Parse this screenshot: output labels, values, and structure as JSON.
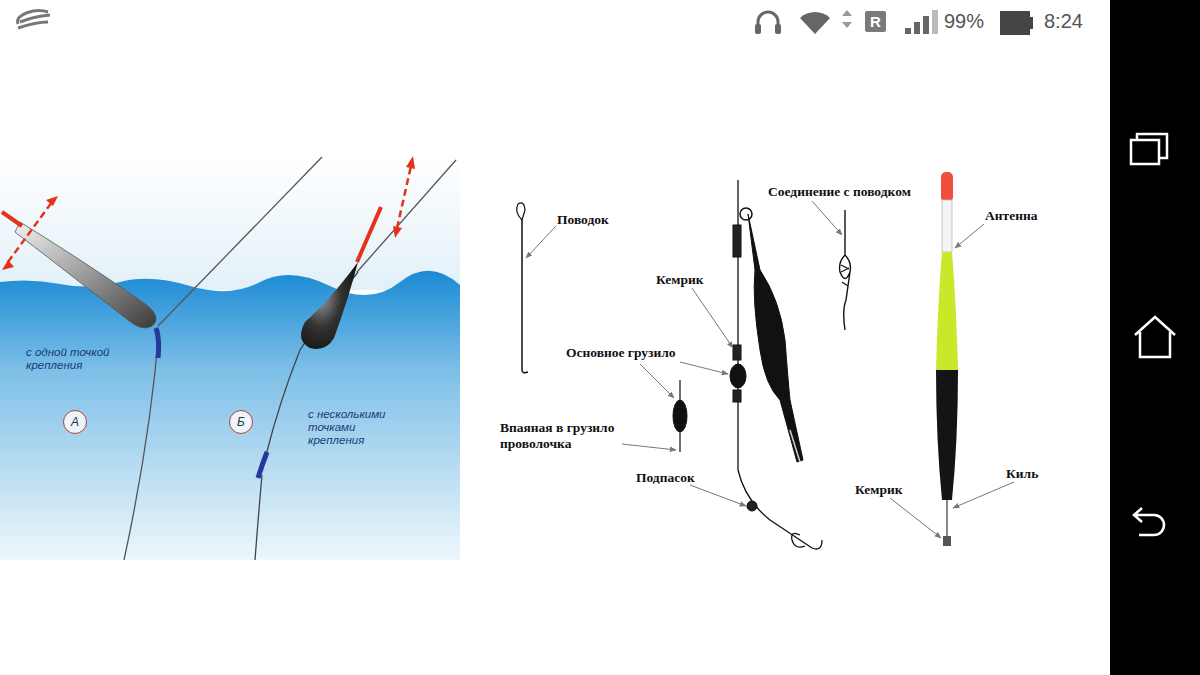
{
  "diagram": {
    "nodes": [
      {
        "text": [
          "А"
        ]
      },
      {
        "text": [
          "Б"
        ]
      }
    ],
    "labels": [
      "R",
      "99%",
      "8:24",
      "с одной точкой крепления",
      "с несколькими точками крепления",
      "Поводок",
      "Соединение с поводком",
      "Антенна",
      "Кемрик",
      "Основное грузило",
      "Впаяная в грузило проволочка",
      "Подпасок",
      "Кемрик",
      "Киль"
    ]
  }
}
